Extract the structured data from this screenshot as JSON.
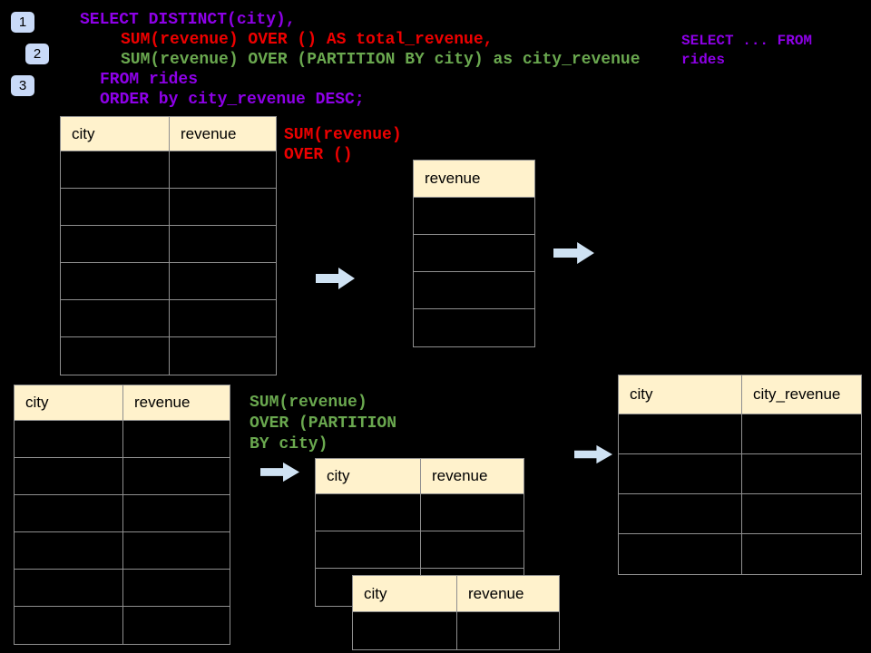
{
  "slide": {
    "background": "#000000",
    "badges": {
      "items": [
        "1",
        "2",
        "3"
      ]
    },
    "sql": {
      "lines": [
        {
          "text": "SELECT DISTINCT(city),",
          "color": "#8e00e8"
        },
        {
          "text": "SUM(revenue) OVER () AS total_revenue,",
          "color": "#ee0000"
        },
        {
          "text": "SUM(revenue) OVER (PARTITION BY city) as city_revenue",
          "color": "#6aa84f"
        },
        {
          "text": "FROM rides",
          "color": "#8e00e8"
        },
        {
          "text": "ORDER by city_revenue DESC;",
          "color": "#8e00e8"
        }
      ]
    },
    "side_note": {
      "lines": [
        "SELECT ... FROM",
        "rides"
      ]
    },
    "annotations": {
      "total": {
        "lines": [
          "SUM(revenue)",
          "OVER ()"
        ],
        "color": "#ee0000"
      },
      "partition": {
        "lines": [
          "SUM(revenue)",
          "OVER (PARTITION",
          "BY city)"
        ],
        "color": "#6aa84f"
      }
    },
    "tables": {
      "source_top": {
        "headers": [
          "city",
          "revenue"
        ],
        "row_count": 6,
        "rows_empty": true
      },
      "total_revenue": {
        "headers": [
          "revenue"
        ],
        "row_count": 4,
        "rows_empty": true
      },
      "source_bottom": {
        "headers": [
          "city",
          "revenue"
        ],
        "row_count": 6,
        "rows_empty": true
      },
      "partition_back": {
        "headers": [
          "city",
          "revenue"
        ],
        "row_count": 3,
        "rows_empty": true
      },
      "partition_front": {
        "headers": [
          "city",
          "revenue"
        ],
        "row_count": 1,
        "rows_empty": true
      },
      "result": {
        "headers": [
          "city",
          "city_revenue"
        ],
        "row_count": 4,
        "rows_empty": true
      }
    },
    "colors": {
      "code_purple": "#8e00e8",
      "code_red": "#ee0000",
      "code_green": "#6aa84f",
      "table_header_bg": "#fff2cc",
      "table_border": "#8f8f8f",
      "arrow_blue": "#cfe2f3",
      "badge_blue": "#c9daf8"
    }
  }
}
